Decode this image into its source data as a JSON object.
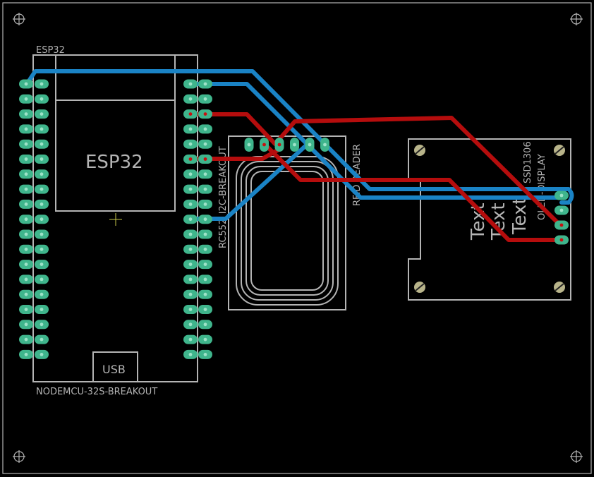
{
  "board": {
    "outline_color": "#b4b4b4",
    "background": "#000000"
  },
  "components": {
    "esp32_module_label": "ESP32",
    "esp32_big_label": "ESP32",
    "nodemcu_label": "NODEMCU-32S-BREAKOUT",
    "usb_label": "USB",
    "rfid_name_label": "RC552_I2C-BREAKOUT",
    "rfid_value_label": "RFID READER",
    "oled_name_label": "SSD1306",
    "oled_value_label": "OLED-DISPLAY",
    "text_placeholders": [
      "Text",
      "Text",
      "Text"
    ]
  },
  "colors": {
    "top_trace": "#b50d0d",
    "bottom_trace": "#1a83c5",
    "pad": "#3fb58c"
  },
  "icons": {
    "mount_holes": "crosshair-circle-icon",
    "screw_holes": "slotted-screw-icon"
  }
}
